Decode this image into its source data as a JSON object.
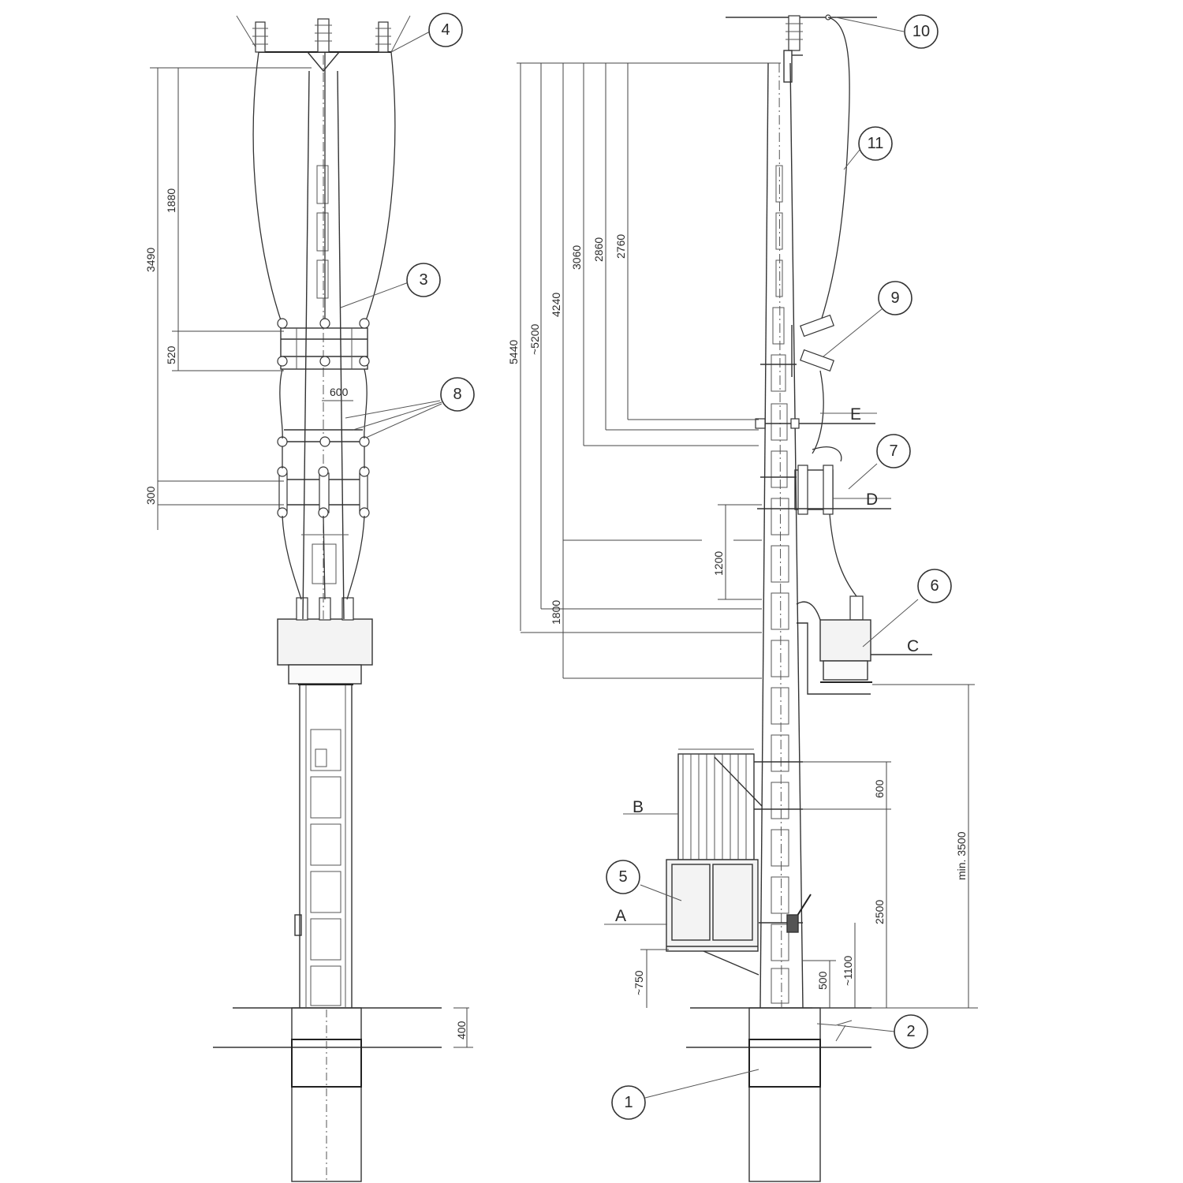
{
  "callouts": [
    "1",
    "2",
    "3",
    "4",
    "5",
    "6",
    "7",
    "8",
    "9",
    "10",
    "11"
  ],
  "letters": [
    "A",
    "B",
    "C",
    "D",
    "E"
  ],
  "dims_left": {
    "d3490": "3490",
    "d1880": "1880",
    "d520": "520",
    "d600": "600",
    "d300": "300",
    "d400": "400"
  },
  "dims_right": {
    "d5440": "5440",
    "d5200": "~5200",
    "d4240": "4240",
    "d3060": "3060",
    "d2860": "2860",
    "d2760": "2760",
    "d1200": "1200",
    "d1800": "1800",
    "d600": "600",
    "d2500": "2500",
    "d3500": "min. 3500",
    "d1100": "~1100",
    "d500": "500",
    "d750": "~750"
  }
}
